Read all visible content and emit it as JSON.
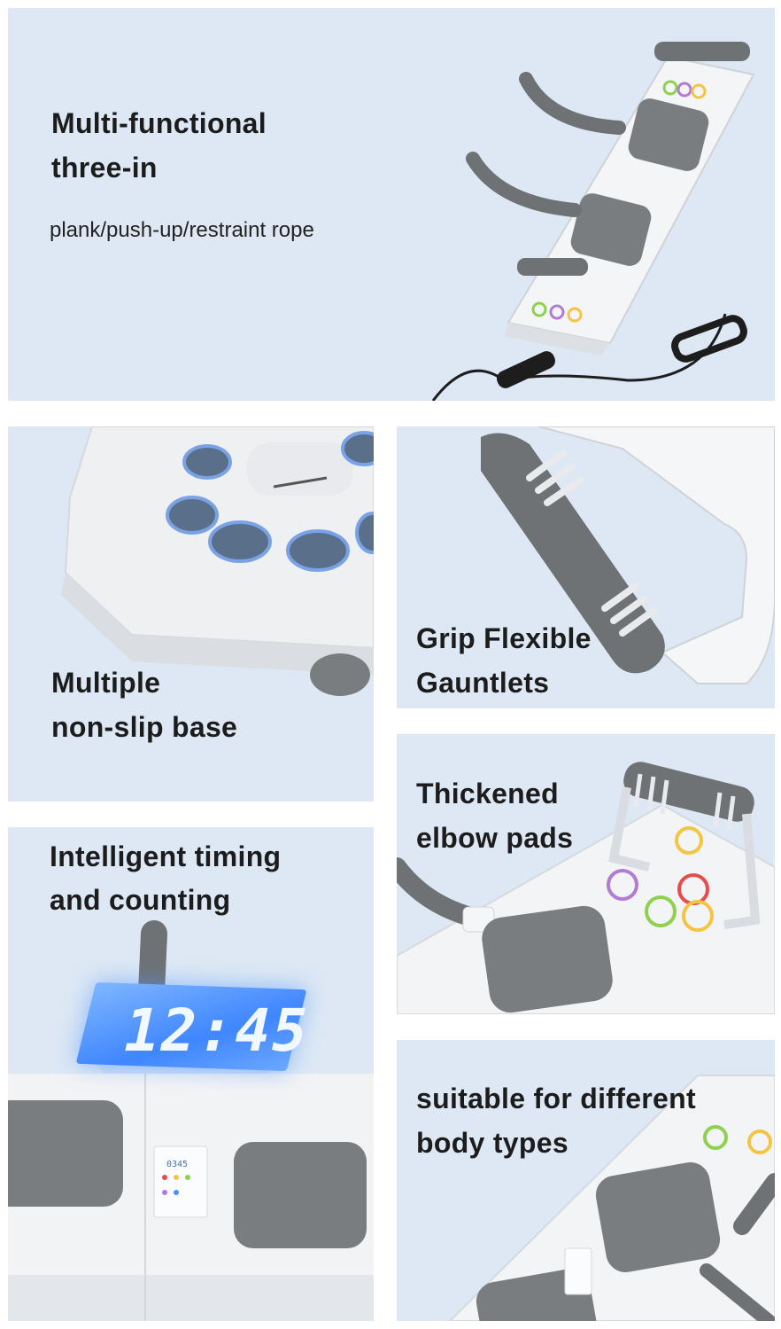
{
  "panels": {
    "hero": {
      "title_line1": "Multi-functional",
      "title_line2": "three-in",
      "subtitle": "plank/push-up/restraint rope"
    },
    "base": {
      "title_line1": "Multiple",
      "title_line2": "non-slip base"
    },
    "grip": {
      "title_line1": "Grip Flexible",
      "title_line2": "Gauntlets"
    },
    "timing": {
      "title_line1": "Intelligent timing",
      "title_line2": "and counting",
      "display_digits": "12:45",
      "panel_digits": "0345"
    },
    "elbow": {
      "title_line1": "Thickened",
      "title_line2": "elbow pads"
    },
    "body": {
      "title_line1": "suitable for different",
      "title_line2": "body types"
    }
  },
  "colors": {
    "panel_bg": "#dde8f4",
    "board": "#f3f4f6",
    "pad": "#7a7d80",
    "handle": "#6f7275",
    "lcd": "#4a90ff"
  }
}
